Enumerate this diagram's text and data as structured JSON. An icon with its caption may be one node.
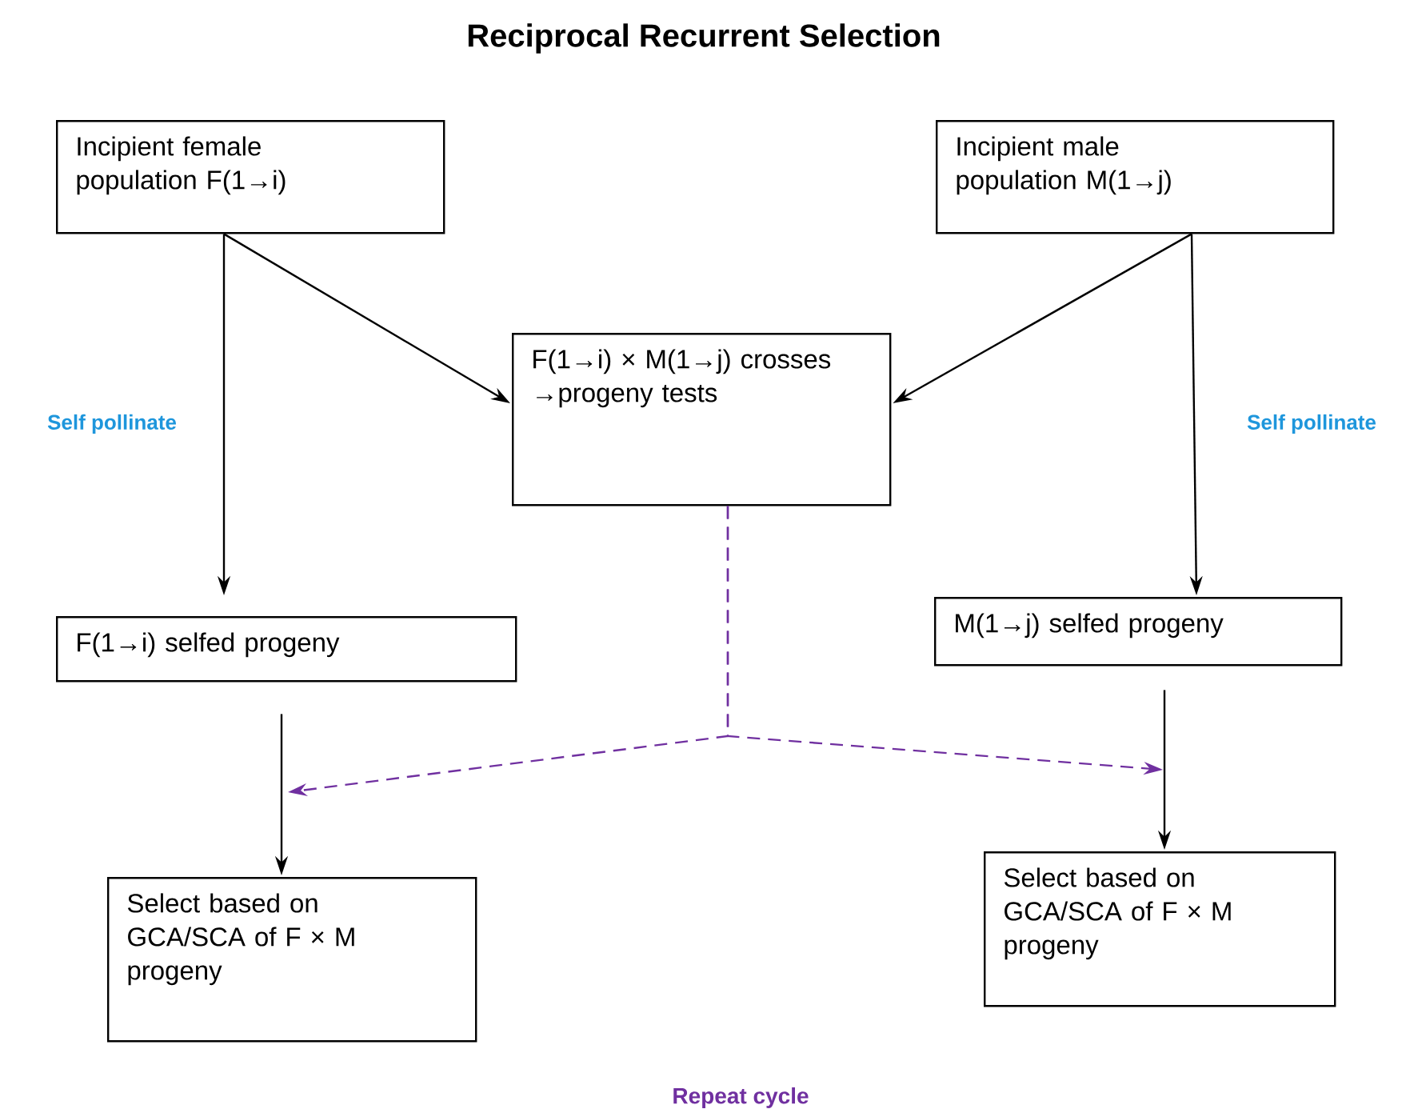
{
  "diagram": {
    "title": "Reciprocal Recurrent Selection",
    "nodes": [
      {
        "text": [
          "Incipient female population F(1→i)"
        ]
      },
      {
        "text": [
          "Incipient male population M(1→j)"
        ]
      },
      {
        "text": [
          "F(1→i) × M(1→j) crosses →progeny tests"
        ]
      },
      {
        "text": [
          "F(1→i) selfed progeny"
        ]
      },
      {
        "text": [
          "M(1→j) selfed progeny"
        ]
      },
      {
        "text": [
          "Select based on GCA/SCA of F × M progeny"
        ]
      },
      {
        "text": [
          "Select based on GCA/SCA of F × M progeny"
        ]
      }
    ],
    "edges": [
      {
        "from": 0,
        "to": 3,
        "arrow": "to",
        "label": "Self pollinate"
      },
      {
        "from": 0,
        "to": 2,
        "arrow": "to"
      },
      {
        "from": 1,
        "to": 2,
        "arrow": "to"
      },
      {
        "from": 1,
        "to": 4,
        "arrow": "to",
        "label": "Self pollinate"
      },
      {
        "from": 3,
        "to": 5,
        "arrow": "to"
      },
      {
        "from": 4,
        "to": 6,
        "arrow": "to"
      },
      {
        "from": 2,
        "to": null,
        "arrow": "to",
        "style": "dashed",
        "color": "#7030a0"
      },
      {
        "from": 2,
        "to": null,
        "arrow": "to",
        "style": "dashed",
        "color": "#7030a0"
      }
    ],
    "labels": [
      "Repeat cycle"
    ]
  }
}
